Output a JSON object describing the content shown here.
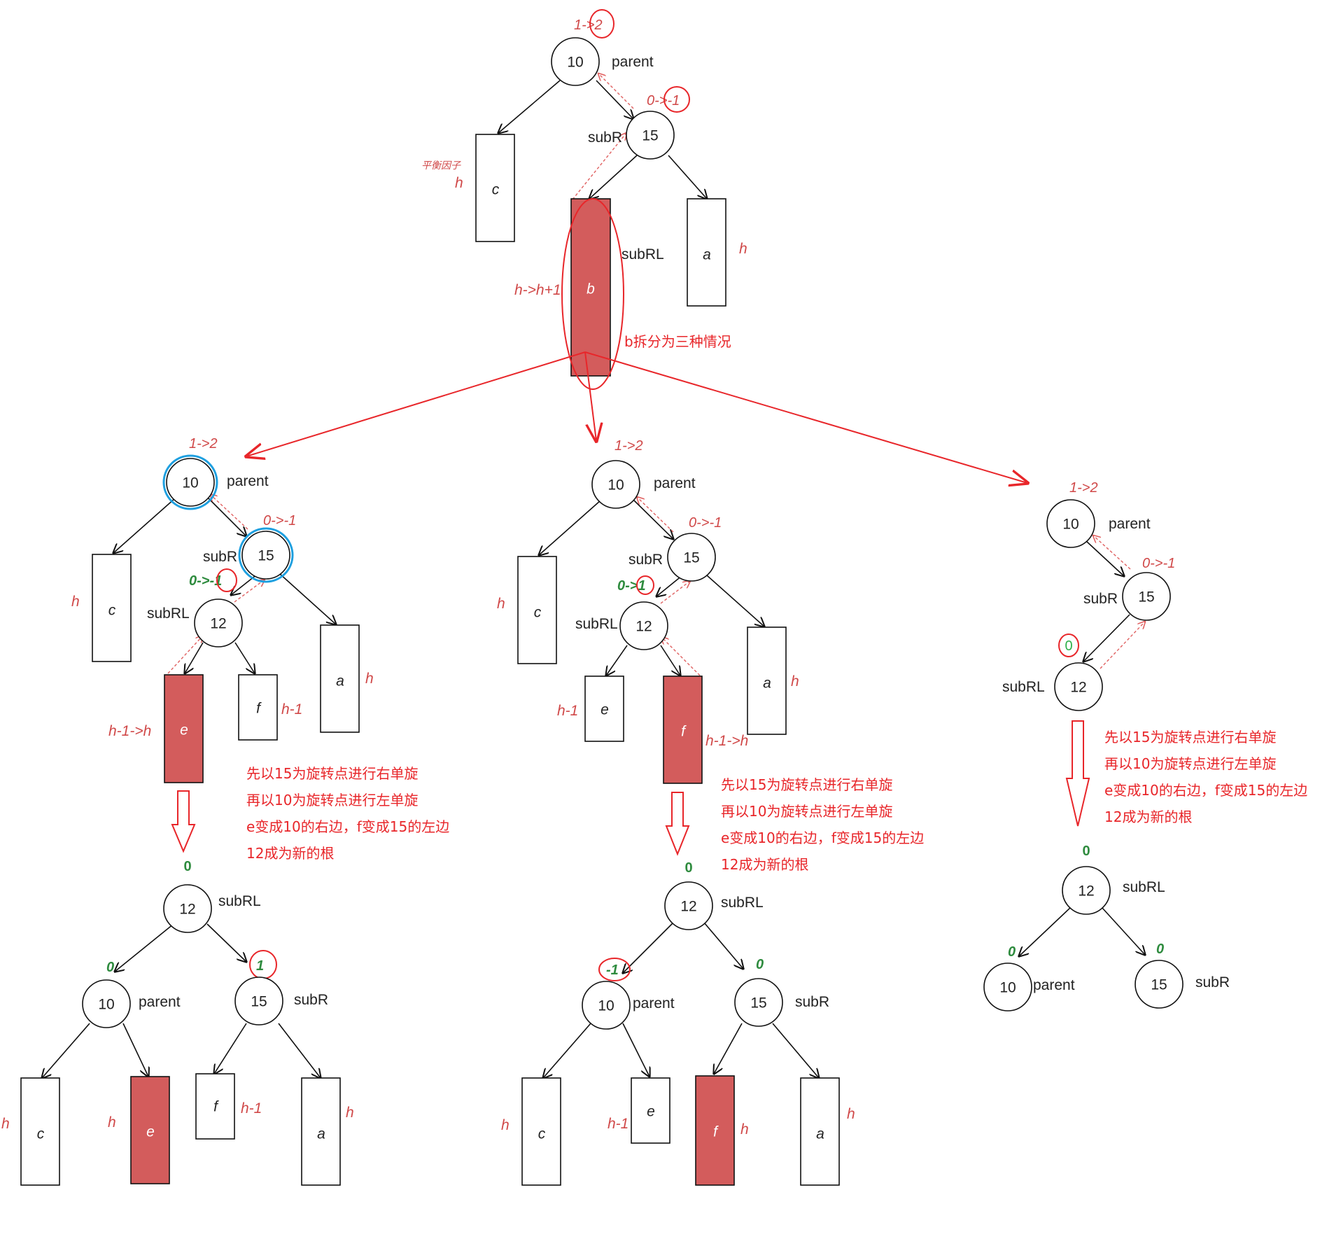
{
  "top": {
    "bf_parent": "1->2",
    "node_parent": "10",
    "label_parent": "parent",
    "bf_subR": "0->-1",
    "node_subR": "15",
    "label_subR": "subR",
    "box_c": "c",
    "box_a": "a",
    "box_b": "b",
    "label_subRL": "subRL",
    "h_c": "h",
    "h_a": "h",
    "h_b": "h->h+1",
    "balance_note": "平衡因子",
    "split_note": "b拆分为三种情况"
  },
  "case1": {
    "bf_parent": "1->2",
    "node_parent": "10",
    "label_parent": "parent",
    "bf_subR": "0->-1",
    "node_subR": "15",
    "label_subR": "subR",
    "bf_subRL": "0->-1",
    "node_subRL": "12",
    "label_subRL": "subRL",
    "box_c": "c",
    "h_c": "h",
    "box_a": "a",
    "h_a": "h",
    "box_e": "e",
    "h_e": "h-1->h",
    "box_f": "f",
    "h_f": "h-1",
    "notes": [
      "先以15为旋转点进行右单旋",
      "再以10为旋转点进行左单旋",
      "e变成10的右边，f变成15的左边",
      "12成为新的根"
    ],
    "result": {
      "bf_root": "0",
      "node_root": "12",
      "label_root": "subRL",
      "bf_left": "0",
      "node_left": "10",
      "label_left": "parent",
      "bf_right": "1",
      "node_right": "15",
      "label_right": "subR",
      "box_c": "c",
      "h_c": "h",
      "box_e": "e",
      "h_e": "h",
      "box_f": "f",
      "h_f": "h-1",
      "box_a": "a",
      "h_a": "h"
    }
  },
  "case2": {
    "bf_parent": "1->2",
    "node_parent": "10",
    "label_parent": "parent",
    "bf_subR": "0->-1",
    "node_subR": "15",
    "label_subR": "subR",
    "bf_subRL": "0->1",
    "node_subRL": "12",
    "label_subRL": "subRL",
    "box_c": "c",
    "h_c": "h",
    "box_a": "a",
    "h_a": "h",
    "box_e": "e",
    "h_e": "h-1",
    "box_f": "f",
    "h_f": "h-1->h",
    "notes": [
      "先以15为旋转点进行右单旋",
      "再以10为旋转点进行左单旋",
      "e变成10的右边，f变成15的左边",
      "12成为新的根"
    ],
    "result": {
      "bf_root": "0",
      "node_root": "12",
      "label_root": "subRL",
      "bf_left": "-1",
      "node_left": "10",
      "label_left": "parent",
      "bf_right": "0",
      "node_right": "15",
      "label_right": "subR",
      "box_c": "c",
      "h_c": "h",
      "box_e": "e",
      "h_e": "h-1",
      "box_f": "f",
      "h_f": "h",
      "box_a": "a",
      "h_a": "h"
    }
  },
  "case3": {
    "bf_parent": "1->2",
    "node_parent": "10",
    "label_parent": "parent",
    "bf_subR": "0->-1",
    "node_subR": "15",
    "label_subR": "subR",
    "bf_subRL": "0",
    "node_subRL": "12",
    "label_subRL": "subRL",
    "notes": [
      "先以15为旋转点进行右单旋",
      "再以10为旋转点进行左单旋",
      "e变成10的右边，f变成15的左边",
      "12成为新的根"
    ],
    "result": {
      "bf_root": "0",
      "node_root": "12",
      "label_root": "subRL",
      "bf_left": "0",
      "node_left": "10",
      "label_left": "parent",
      "bf_right": "0",
      "node_right": "15",
      "label_right": "subR"
    }
  }
}
